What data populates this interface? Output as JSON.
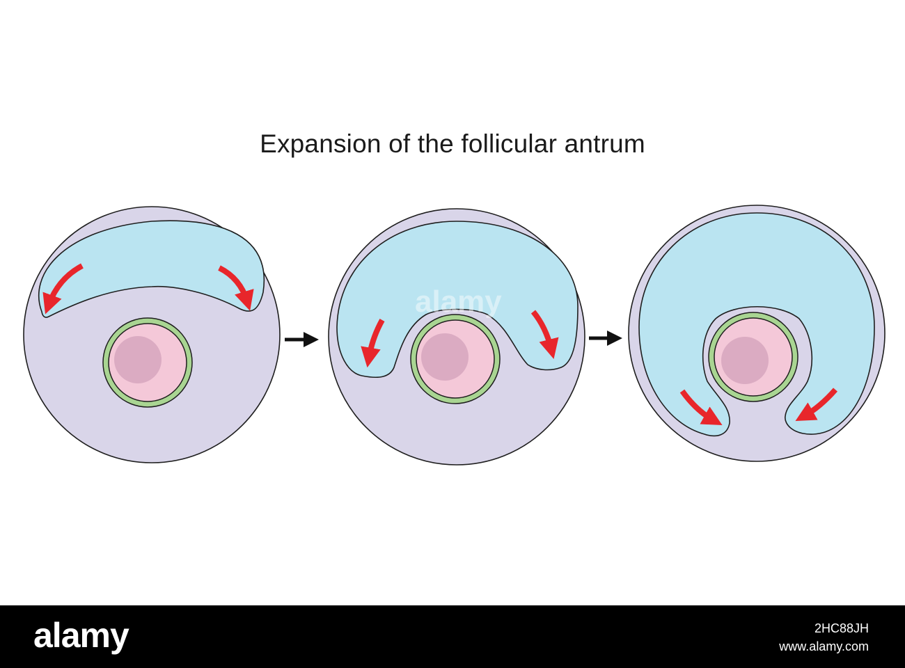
{
  "title": "Expansion of the follicular antrum",
  "watermark": "alamy",
  "footer": {
    "logo": "alamy",
    "image_id": "2HC88JH",
    "url": "www.alamy.com"
  },
  "colors": {
    "granulosa": "#d9d5e9",
    "antrum": "#bae4f1",
    "zona_pellucida": "#a9d592",
    "oocyte": "#f4c8d8",
    "nucleus": "#dbabc2",
    "arrow_red": "#e8262b",
    "outline": "#1e1e1e",
    "footer_bg": "#000000"
  }
}
